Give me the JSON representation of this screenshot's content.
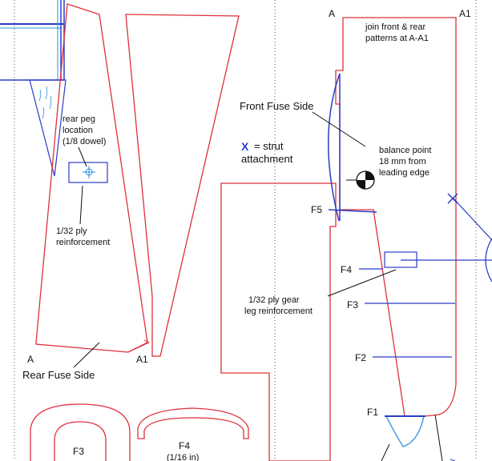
{
  "colors": {
    "outline": "#e0303a",
    "blue": "#2a3cc8",
    "light_blue": "#2d8ee0",
    "black": "#111111",
    "dashed": "#555555"
  },
  "labels": {
    "a_left": "A",
    "a1_left": "A1",
    "rear_fuse_side": "Rear Fuse Side",
    "rear_peg_line1": "rear peg",
    "rear_peg_line2": "location",
    "rear_peg_line3": "(1/8 dowel)",
    "ply_reinf_line1": "1/32 ply",
    "ply_reinf_line2": "reinforcement",
    "strut_x": "X",
    "strut_line1": "= strut",
    "strut_line2": "attachment",
    "a_right": "A",
    "a1_right": "A1",
    "join_line1": "join front & rear",
    "join_line2": "patterns at A-A1",
    "front_fuse_side": "Front Fuse Side",
    "balance_line1": "balance point",
    "balance_line2": "18 mm from",
    "balance_line3": "leading edge",
    "f5": "F5",
    "f4_right": "F4",
    "gear_line1": "1/32 ply gear",
    "gear_line2": "leg reinforcement",
    "f3_right": "F3",
    "f2": "F2",
    "f1": "F1",
    "f3_bottom": "F3",
    "f4_bottom": "F4",
    "f4_thickness": "(1/16 in)"
  }
}
